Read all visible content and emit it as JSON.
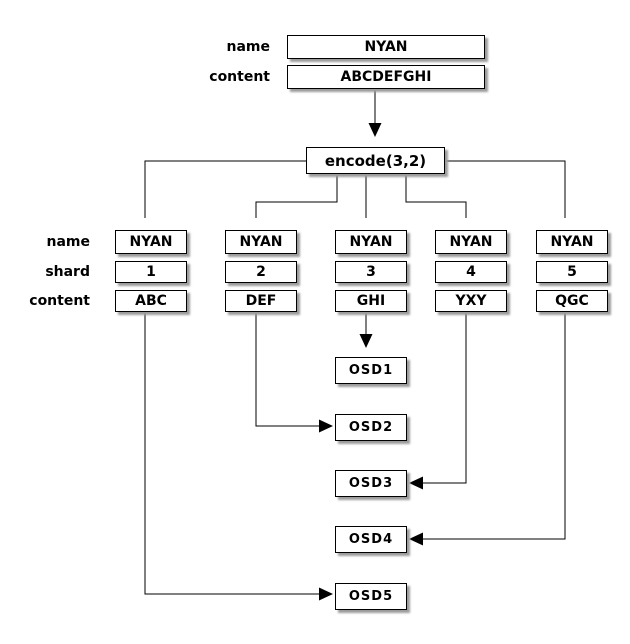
{
  "diagram": {
    "object": {
      "name_label": "name",
      "content_label": "content",
      "name": "NYAN",
      "content": "ABCDEFGHI"
    },
    "encode_label": "encode(3,2)",
    "row_labels": {
      "name": "name",
      "shard": "shard",
      "content": "content"
    },
    "shards": [
      {
        "name": "NYAN",
        "shard": "1",
        "content": "ABC"
      },
      {
        "name": "NYAN",
        "shard": "2",
        "content": "DEF"
      },
      {
        "name": "NYAN",
        "shard": "3",
        "content": "GHI"
      },
      {
        "name": "NYAN",
        "shard": "4",
        "content": "YXY"
      },
      {
        "name": "NYAN",
        "shard": "5",
        "content": "QGC"
      }
    ],
    "osds": [
      "OSD1",
      "OSD2",
      "OSD3",
      "OSD4",
      "OSD5"
    ],
    "colors": {
      "line": "#000000",
      "box_border": "#000000",
      "box_fill": "#ffffff",
      "shadow": "#9c9c9c",
      "background": "#ffffff"
    }
  }
}
